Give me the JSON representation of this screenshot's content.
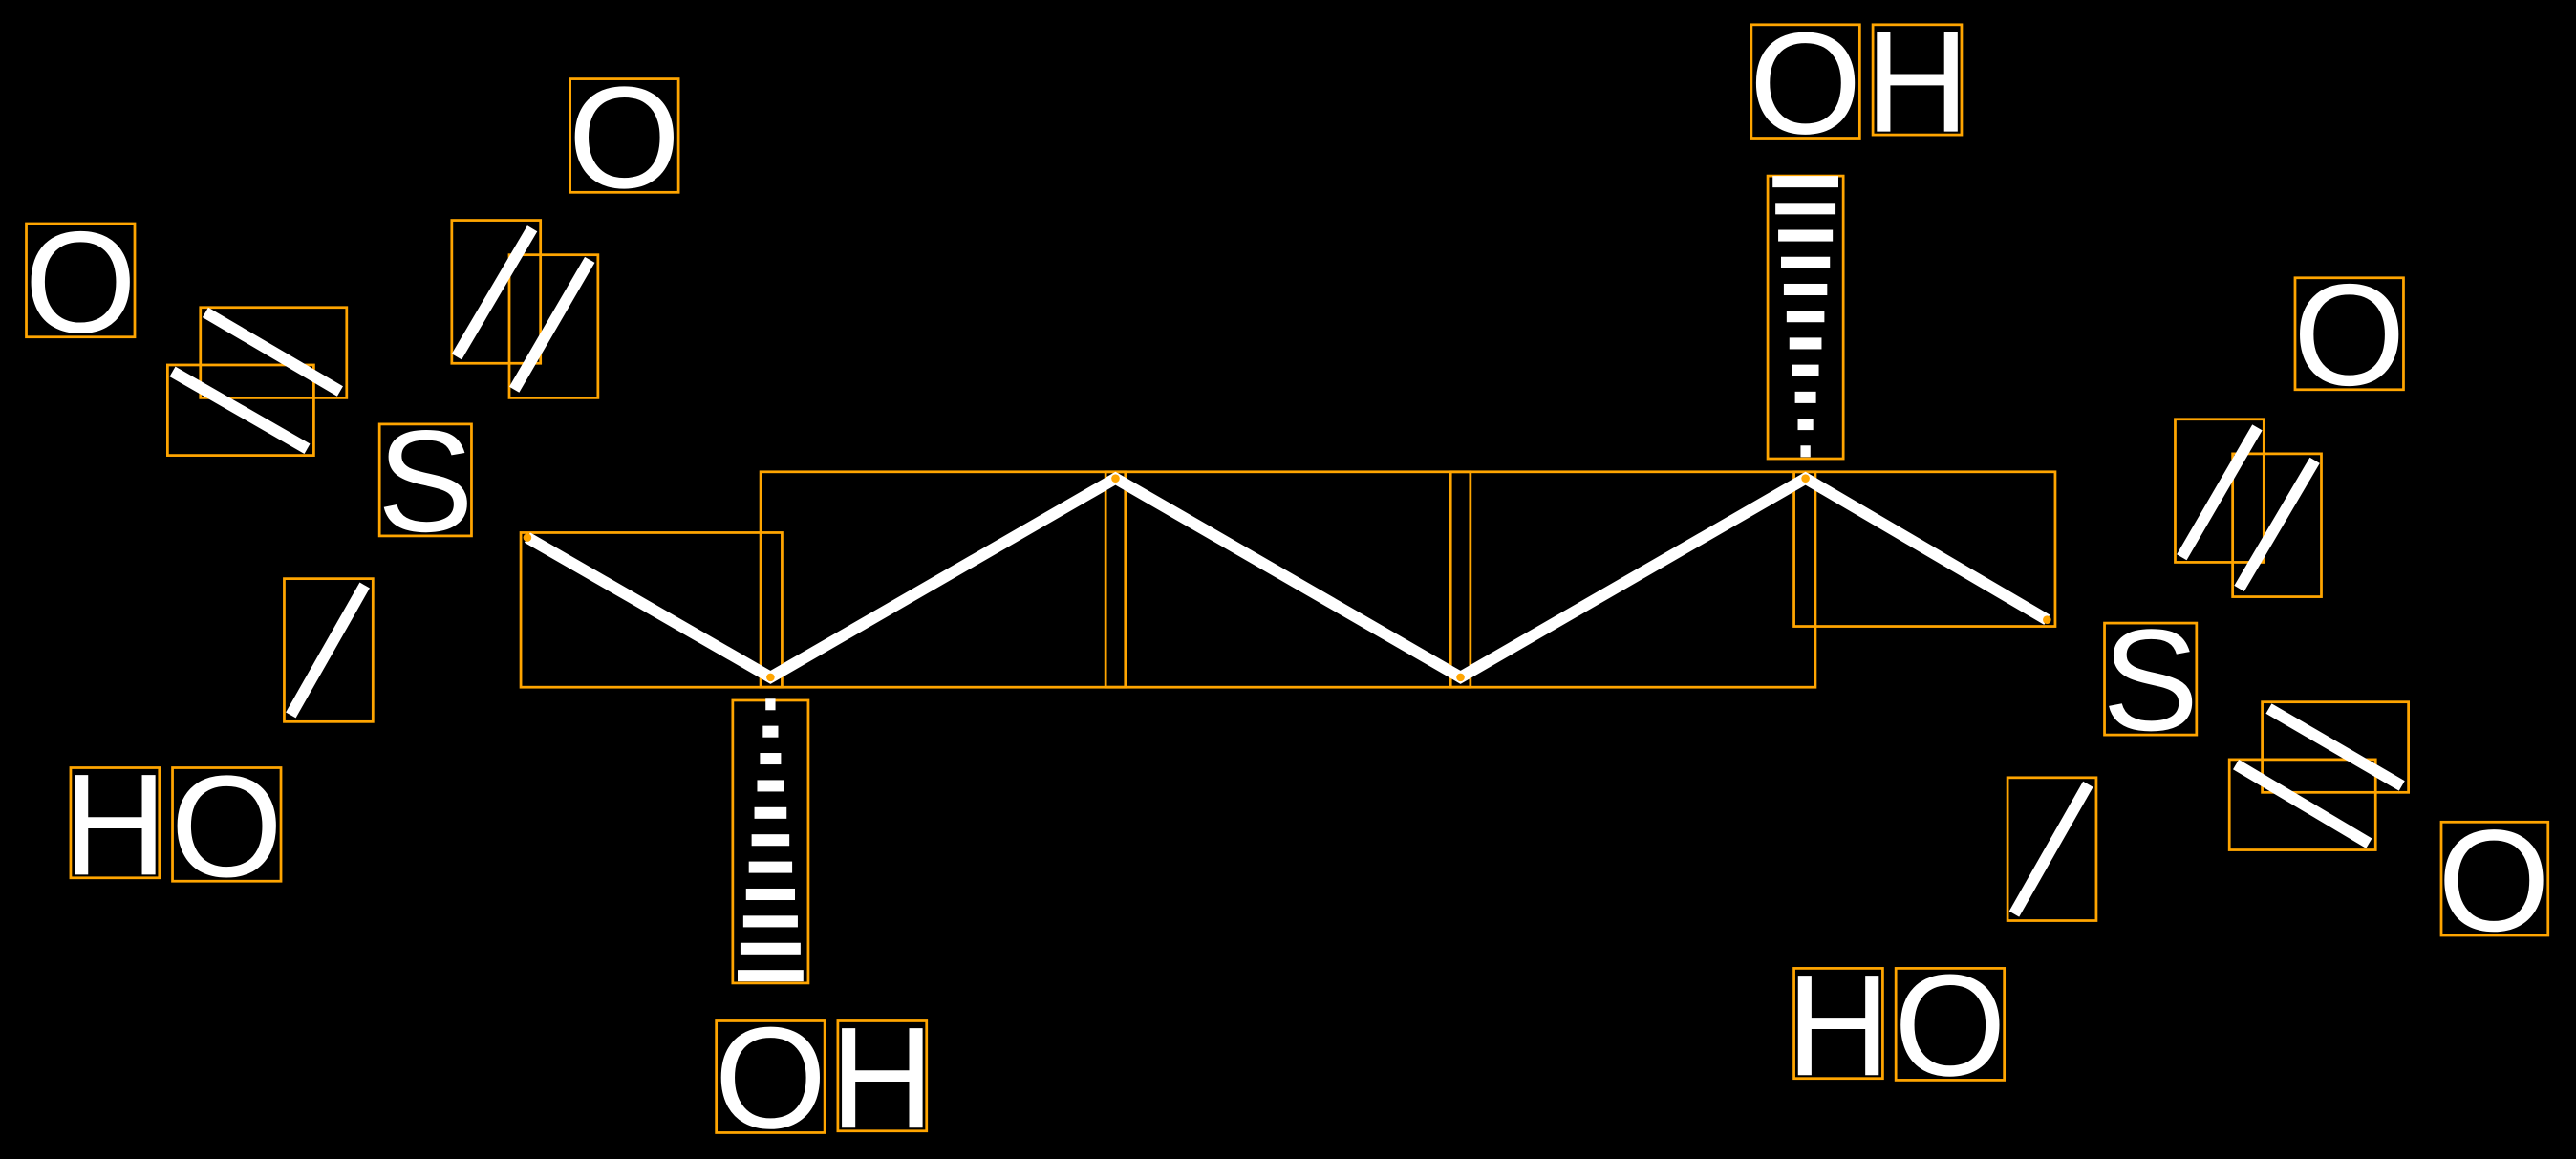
{
  "diagram": {
    "type": "chemical-structure",
    "colors": {
      "background": "#000000",
      "bonds": "#ffffff",
      "annotation_boxes": "#ffa500"
    },
    "atoms": {
      "o_top_left": "O",
      "o_far_left": "O",
      "s_left": "S",
      "h_left": "H",
      "o_left_ho": "O",
      "o_bottom_oh": "O",
      "h_bottom_oh": "H",
      "o_top_oh": "O",
      "h_top_oh": "H",
      "o_right_top": "O",
      "s_right": "S",
      "o_far_right": "O",
      "h_right_ho": "H",
      "o_right_ho": "O"
    }
  }
}
